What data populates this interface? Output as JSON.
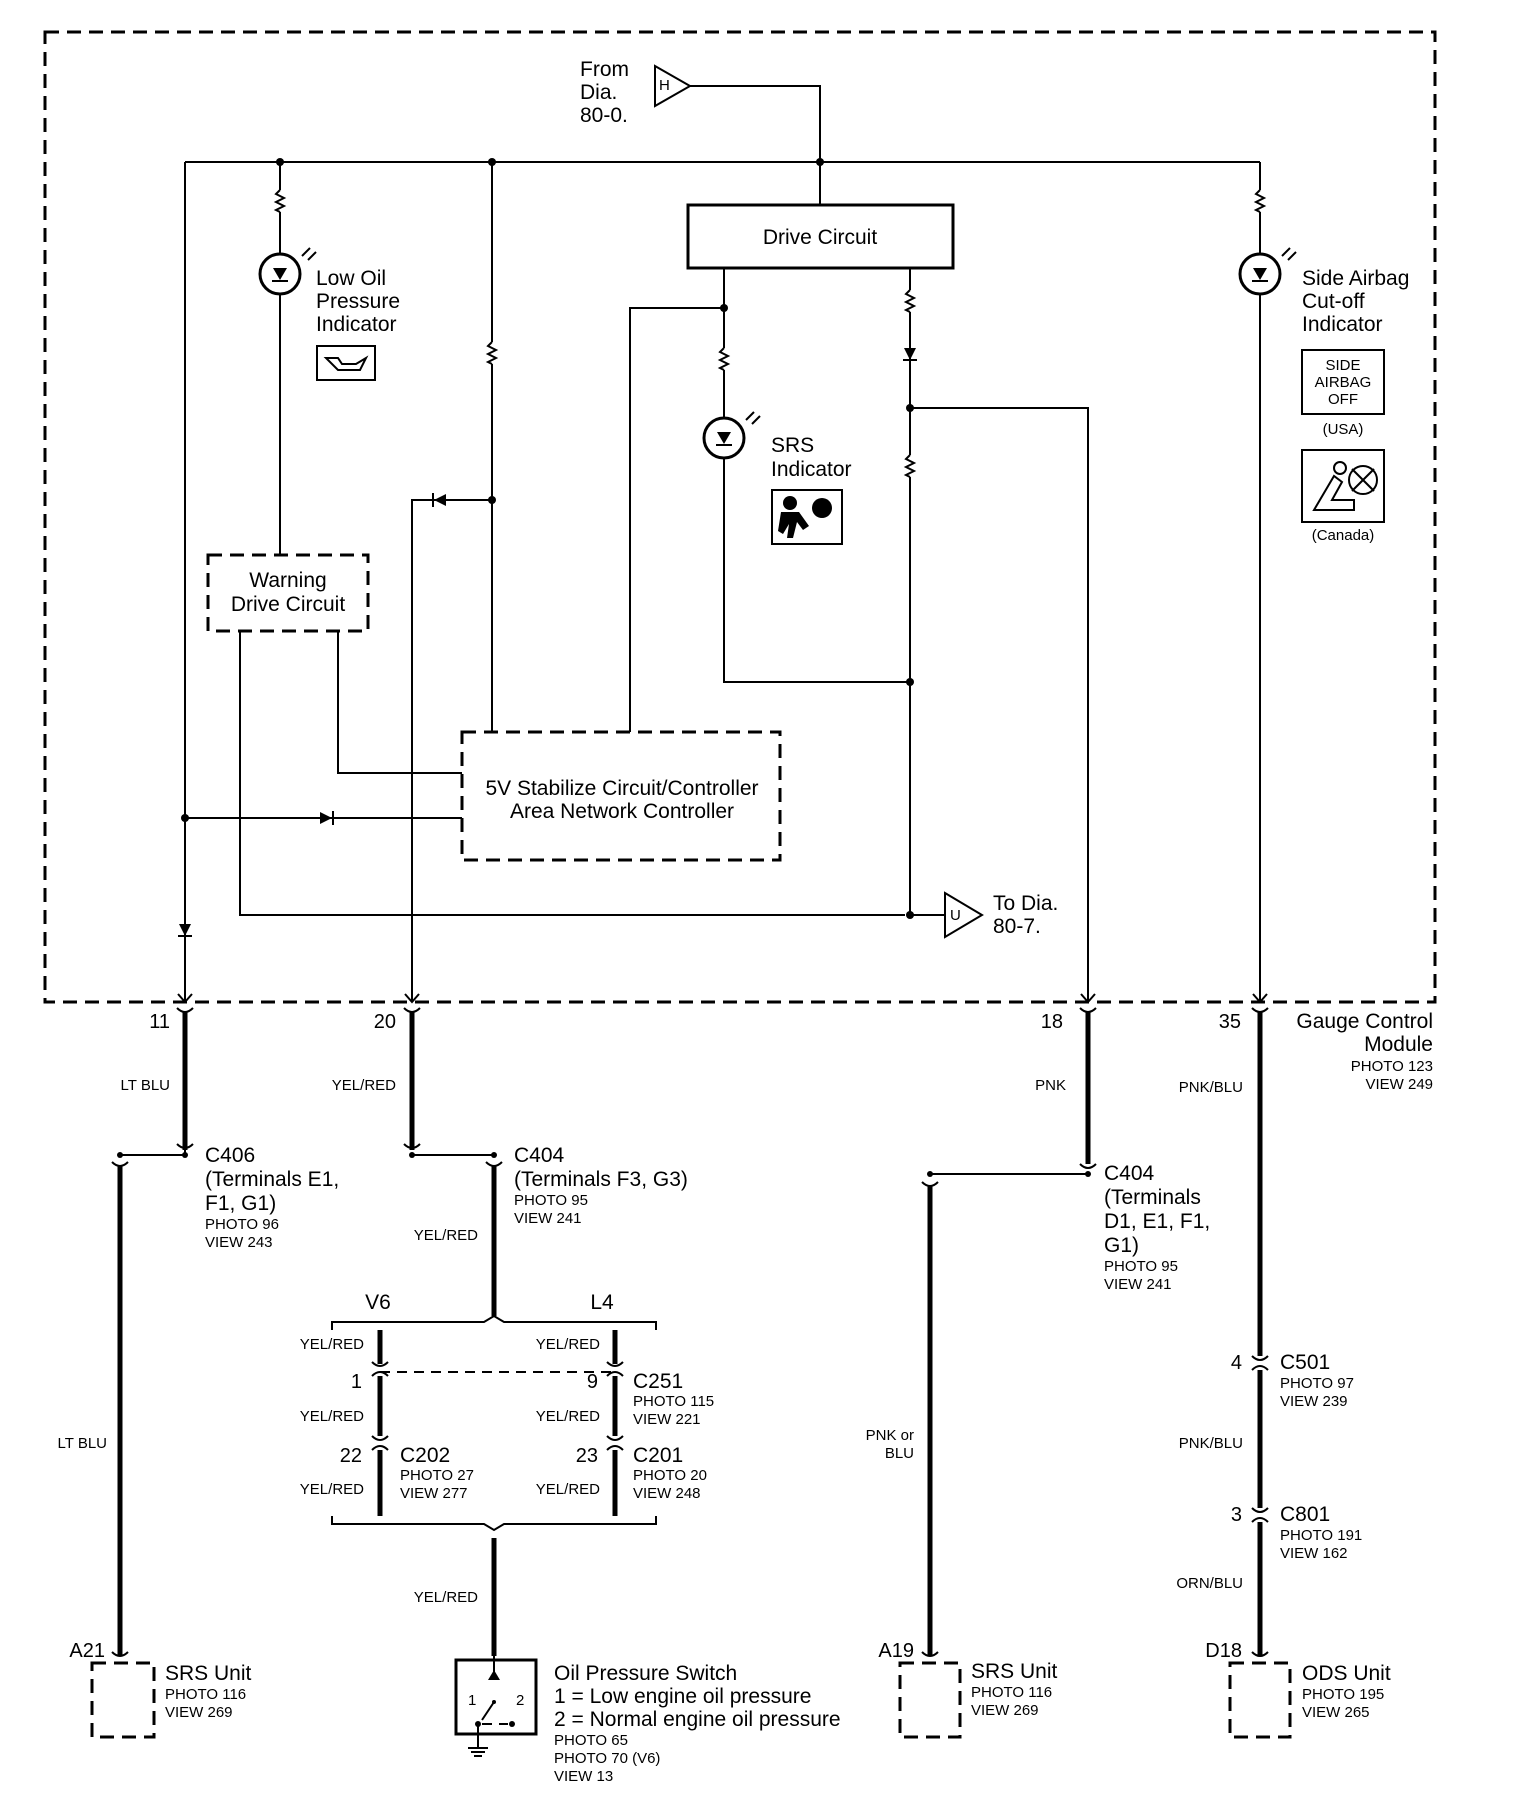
{
  "connectors": {
    "from_h": {
      "label": "H",
      "text": [
        "From",
        "Dia.",
        "80-0."
      ]
    },
    "to_u": {
      "label": "U",
      "text": [
        "To Dia.",
        "80-7."
      ]
    }
  },
  "blocks": {
    "drive_circuit": "Drive Circuit",
    "warning_drive": [
      "Warning",
      "Drive Circuit"
    ],
    "stabilizer": [
      "5V Stabilize Circuit/Controller",
      "Area Network Controller"
    ]
  },
  "indicators": {
    "low_oil": [
      "Low Oil",
      "Pressure",
      "Indicator"
    ],
    "srs": [
      "SRS",
      "Indicator"
    ],
    "side_airbag": [
      "Side Airbag",
      "Cut-off",
      "Indicator"
    ],
    "side_airbag_badge": [
      "SIDE",
      "AIRBAG",
      "OFF"
    ],
    "usa": "(USA)",
    "canada": "(Canada)"
  },
  "module": {
    "name": [
      "Gauge Control",
      "Module"
    ],
    "photo": "PHOTO 123",
    "view": "VIEW 249"
  },
  "pins": {
    "p11": "11",
    "p20": "20",
    "p18": "18",
    "p35": "35"
  },
  "wires": {
    "lt_blu": "LT BLU",
    "yel_red": "YEL/RED",
    "pnk": "PNK",
    "pnk_blu": "PNK/BLU",
    "pnk_or_blu": [
      "PNK or",
      "BLU"
    ],
    "orn_blu": "ORN/BLU"
  },
  "variants": {
    "v6": "V6",
    "l4": "L4"
  },
  "connector_refs": {
    "c406": {
      "lines": [
        "C406",
        "(Terminals E1,",
        "F1, G1)"
      ],
      "photo": "PHOTO 96",
      "view": "VIEW 243"
    },
    "c404a": {
      "lines": [
        "C404",
        "(Terminals F3, G3)"
      ],
      "photo": "PHOTO 95",
      "view": "VIEW 241"
    },
    "c404b": {
      "lines": [
        "C404",
        "(Terminals",
        "D1, E1, F1,",
        "G1)"
      ],
      "photo": "PHOTO 95",
      "view": "VIEW 241"
    },
    "c251": {
      "pin_a": "1",
      "pin_b": "9",
      "name": "C251",
      "photo": "PHOTO 115",
      "view": "VIEW 221"
    },
    "c202": {
      "pin": "22",
      "name": "C202",
      "photo": "PHOTO 27",
      "view": "VIEW 277"
    },
    "c201": {
      "pin": "23",
      "name": "C201",
      "photo": "PHOTO 20",
      "view": "VIEW 248"
    },
    "c501": {
      "pin": "4",
      "name": "C501",
      "photo": "PHOTO 97",
      "view": "VIEW 239"
    },
    "c801": {
      "pin": "3",
      "name": "C801",
      "photo": "PHOTO 191",
      "view": "VIEW 162"
    }
  },
  "components": {
    "srs_a21": {
      "pin": "A21",
      "name": "SRS Unit",
      "photo": "PHOTO 116",
      "view": "VIEW 269"
    },
    "oil_switch": {
      "name": "Oil Pressure Switch",
      "desc1": "1 = Low engine oil pressure",
      "desc2": "2 = Normal engine oil pressure",
      "photo1": "PHOTO 65",
      "photo2": "PHOTO 70 (V6)",
      "view": "VIEW 13",
      "pos1": "1",
      "pos2": "2"
    },
    "srs_a19": {
      "pin": "A19",
      "name": "SRS Unit",
      "photo": "PHOTO 116",
      "view": "VIEW 269"
    },
    "ods": {
      "pin": "D18",
      "name": "ODS Unit",
      "photo": "PHOTO 195",
      "view": "VIEW 265"
    }
  }
}
